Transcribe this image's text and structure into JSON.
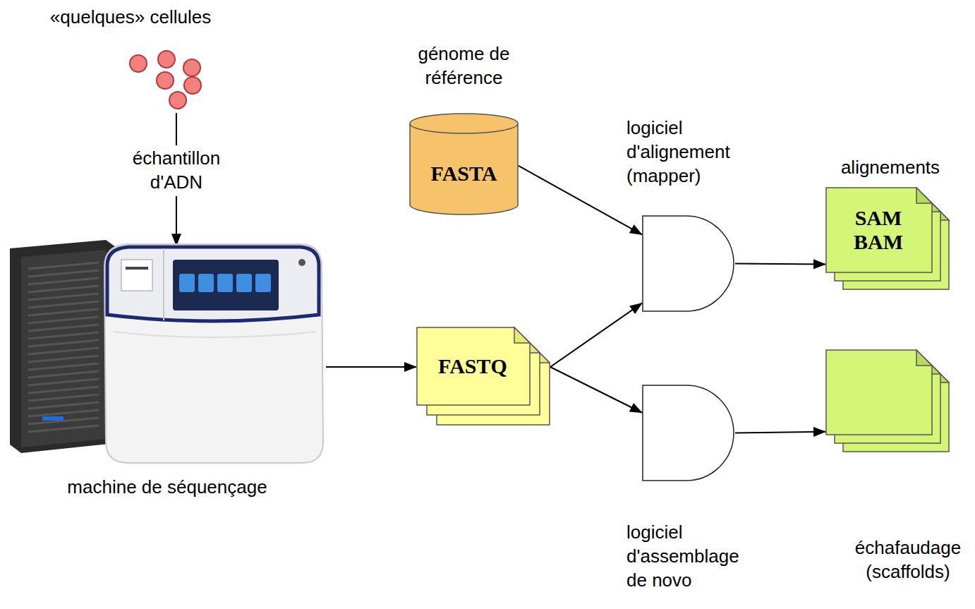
{
  "diagram": {
    "nodes": [
      {
        "text": [
          "«quelques» cellules"
        ]
      },
      {
        "text": [
          "machine de séquençage"
        ]
      },
      {
        "text": [
          "génome de référence",
          "FASTA"
        ]
      },
      {
        "text": [
          "FASTQ"
        ]
      },
      {
        "text": [
          "logiciel d'alignement (mapper)"
        ]
      },
      {
        "text": [
          "logiciel d'assemblage de novo"
        ]
      },
      {
        "text": [
          "alignements",
          "SAM BAM"
        ]
      },
      {
        "text": [
          "échafaudage (scaffolds)"
        ]
      }
    ],
    "edges": [
      {
        "from": 0,
        "to": 1,
        "arrow": "to",
        "label": "échantillon d'ADN"
      },
      {
        "from": 1,
        "to": 3,
        "arrow": "to"
      },
      {
        "from": 2,
        "to": 4,
        "arrow": "to"
      },
      {
        "from": 3,
        "to": 4,
        "arrow": "to"
      },
      {
        "from": 3,
        "to": 5,
        "arrow": "to"
      },
      {
        "from": 4,
        "to": 6,
        "arrow": "to"
      },
      {
        "from": 5,
        "to": 7,
        "arrow": "to"
      }
    ]
  }
}
